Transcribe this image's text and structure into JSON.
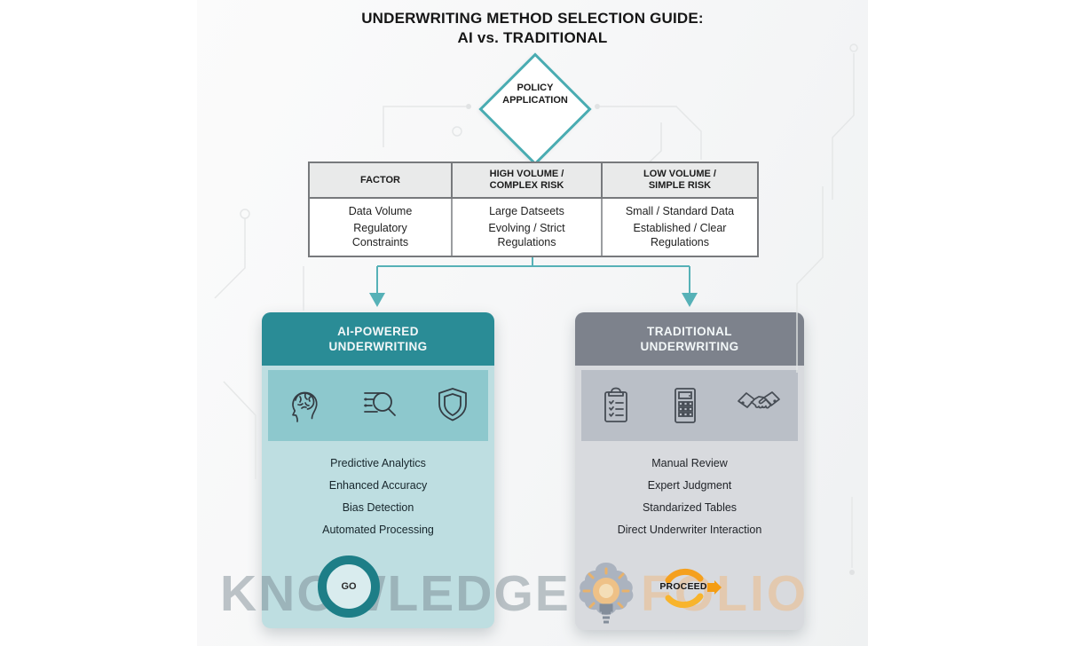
{
  "title": {
    "text": "UNDERWRITING METHOD SELECTION GUIDE:\nAI vs. TRADITIONAL"
  },
  "diamond": {
    "label": "POLICY\nAPPLICATION"
  },
  "table": {
    "headers": [
      "FACTOR",
      "HIGH VOLUME /\nCOMPLEX RISK",
      "LOW VOLUME /\nSIMPLE RISK"
    ],
    "body": [
      [
        "Data Volume",
        "Large Datseets",
        "Small / Standard Data"
      ],
      [
        "Regulatory\nConstraints",
        "Evolving / Strict\nRegulations",
        "Established / Clear\nRegulations"
      ]
    ]
  },
  "ai_card": {
    "title": "AI-POWERED\nUNDERWRITING",
    "icons": [
      "brain-icon",
      "data-search-icon",
      "shield-icon"
    ],
    "features": [
      "Predictive Analytics",
      "Enhanced Accuracy",
      "Bias Detection",
      "Automated Processing"
    ],
    "action_label": "GO"
  },
  "traditional_card": {
    "title": "TRADITIONAL\nUNDERWRITING",
    "icons": [
      "clipboard-checklist-icon",
      "calculator-icon",
      "handshake-icon"
    ],
    "features": [
      "Manual Review",
      "Expert Judgment",
      "Standarized Tables",
      "Direct Underwriter Interaction"
    ],
    "action_label": "PROCEED"
  },
  "watermark": {
    "word1": "KNOWLEDGE",
    "word2": "FOLIO",
    "logo": "brain-lightbulb-icon"
  },
  "colors": {
    "accent_teal": "#4aacb2",
    "ai_header": "#2a8c96",
    "ai_icon_strip": "#8dc8cd",
    "ai_body": "#bedee1",
    "go_ring": "#1d7e87",
    "trad_header": "#7d828c",
    "trad_icon_strip": "#babfc7",
    "trad_body": "#d8dade",
    "proceed_orange": "#f5a01e",
    "table_header_bg": "#e9eaea"
  }
}
